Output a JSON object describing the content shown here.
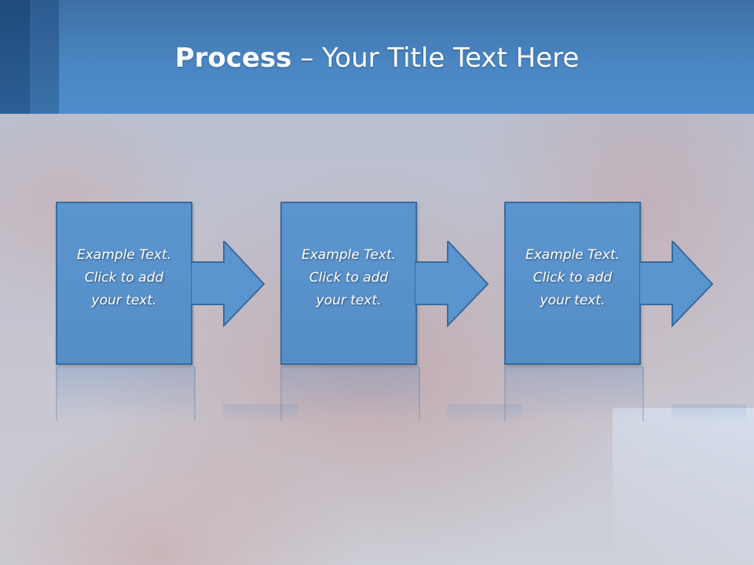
{
  "slide": {
    "title_bold": "Process",
    "title_rest": " – Your Title Text Here"
  },
  "steps": [
    {
      "text": "Example Text.\nClick  to add\nyour text."
    },
    {
      "text": "Example Text.\nClick  to add\nyour text."
    },
    {
      "text": "Example Text.\nClick  to add\nyour text."
    }
  ],
  "colors": {
    "header": "#4a86c2",
    "box_fill": "#5b95cf",
    "box_border": "#3a6a9c",
    "text": "#ffffff"
  },
  "icons": [
    "right-arrow-icon"
  ]
}
